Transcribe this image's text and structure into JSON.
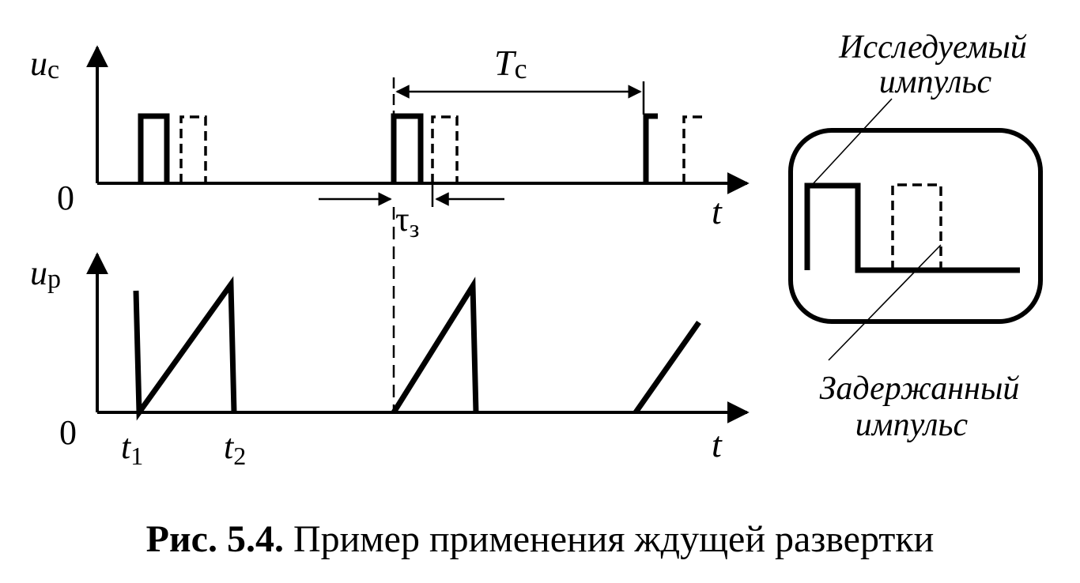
{
  "top_graph": {
    "y_label_main": "u",
    "y_label_sub": "c",
    "origin": "0",
    "x_label": "t",
    "period_main": "T",
    "period_sub": "c",
    "delay_main": "τ",
    "delay_sub": "з"
  },
  "bottom_graph": {
    "y_label_main": "u",
    "y_label_sub": "р",
    "origin": "0",
    "x_label": "t",
    "t1_main": "t",
    "t1_sub": "1",
    "t2_main": "t",
    "t2_sub": "2"
  },
  "screen": {
    "label_top_line1": "Исследуемый",
    "label_top_line2": "импульс",
    "label_bottom_line1": "Задержанный",
    "label_bottom_line2": "импульс"
  },
  "caption": {
    "number": "Рис. 5.4.",
    "text": " Пример применения ждущей развертки"
  }
}
